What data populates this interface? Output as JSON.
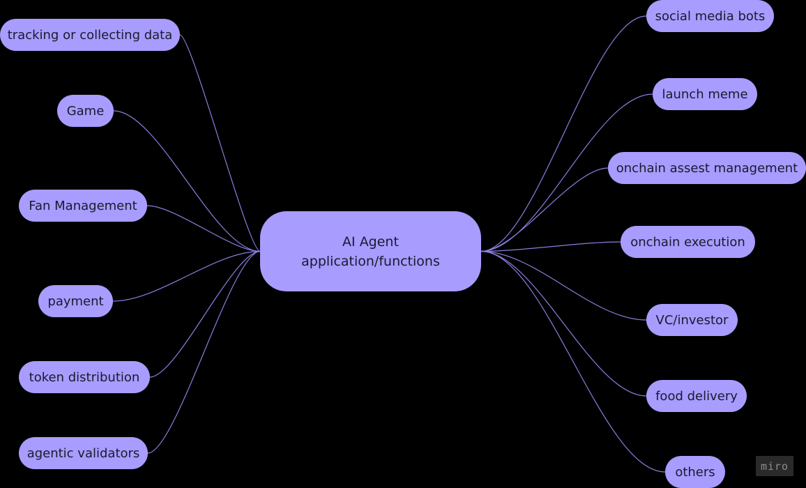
{
  "colors": {
    "background": "#000000",
    "node_fill": "#a89cff",
    "node_text": "#1a1a2e",
    "connector": "#8a7fe0"
  },
  "center": {
    "line1": "AI Agent",
    "line2": "application/functions"
  },
  "left_branches": [
    {
      "label": "tracking or collecting data"
    },
    {
      "label": "Game"
    },
    {
      "label": "Fan Management"
    },
    {
      "label": "payment"
    },
    {
      "label": "token distribution"
    },
    {
      "label": "agentic validators"
    }
  ],
  "right_branches": [
    {
      "label": "social media bots"
    },
    {
      "label": "launch meme"
    },
    {
      "label": "onchain assest management"
    },
    {
      "label": "onchain execution"
    },
    {
      "label": "VC/investor"
    },
    {
      "label": "food delivery"
    },
    {
      "label": "others"
    }
  ],
  "watermark": "miro"
}
